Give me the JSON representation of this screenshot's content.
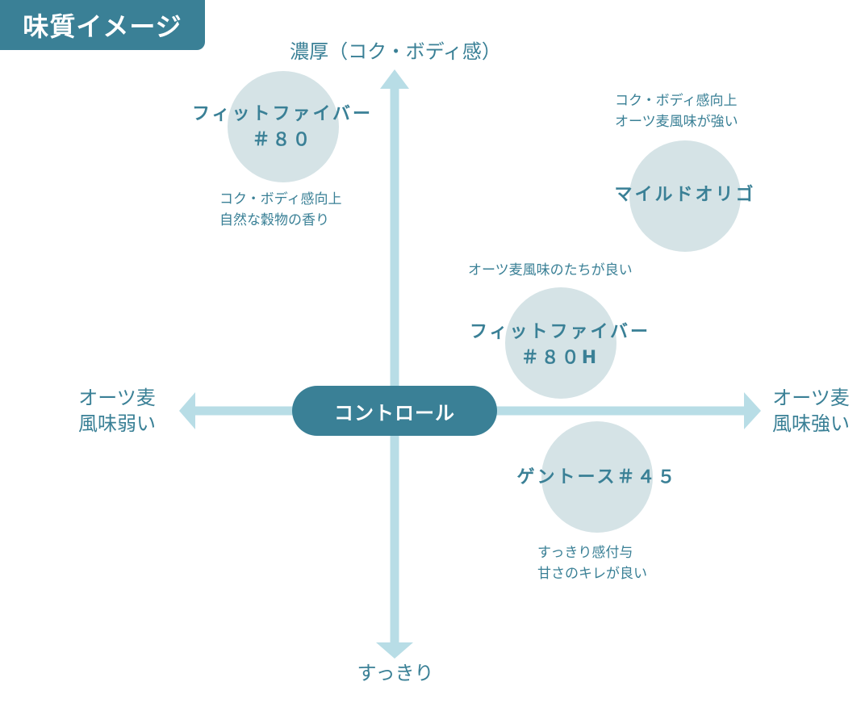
{
  "title": "味質イメージ",
  "axes": {
    "top": "濃厚（コク・ボディ感）",
    "bottom": "すっきり",
    "left": "オーツ麦\n風味弱い",
    "right": "オーツ麦\n風味強い"
  },
  "colors": {
    "accent": "#3a8096",
    "axis": "#b8dde6",
    "bubble": "#d5e3e6",
    "white": "#ffffff"
  },
  "control": {
    "label": "コントロール"
  },
  "products": [
    {
      "name": "フィットファイバー\n＃８０",
      "desc": "コク・ボディ感向上\n自然な穀物の香り"
    },
    {
      "name": "マイルドオリゴ",
      "desc": "コク・ボディ感向上\nオーツ麦風味が強い"
    },
    {
      "name": "フィットファイバー\n＃８０H",
      "desc": "オーツ麦風味のたちが良い"
    },
    {
      "name": "ゲントース＃４５",
      "desc": "すっきり感付与\n甘さのキレが良い"
    }
  ]
}
